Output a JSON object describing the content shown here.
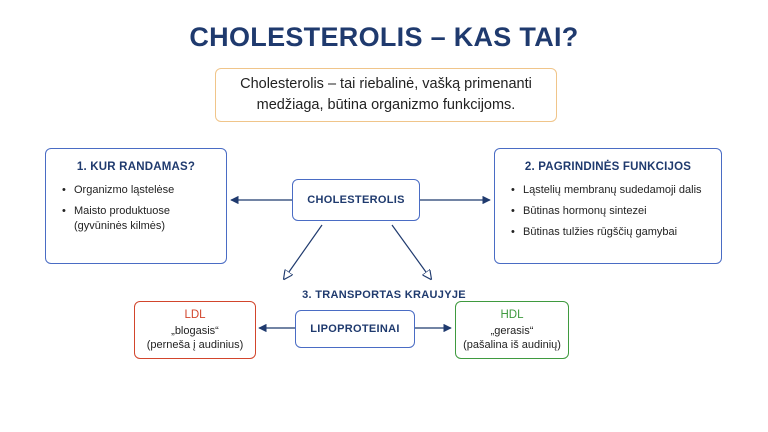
{
  "title": "CHOLESTEROLIS – KAS TAI?",
  "definition": {
    "line1": "Cholesterolis – tai riebalinė, vašką primenanti",
    "line2": "medžiaga, būtina organizmo funkcijoms."
  },
  "center": {
    "label": "CHOLESTEROLIS"
  },
  "left_panel": {
    "heading": "1. KUR RANDAMAS?",
    "items": [
      "Organizmo ląstelėse",
      "Maisto produktuose",
      "(gyvūninės kilmės)"
    ]
  },
  "right_panel": {
    "heading": "2. PAGRINDINĖS FUNKCIJOS",
    "items": [
      "Ląstelių membranų sudedamoji dalis",
      "Būtinas hormonų sintezei",
      "Būtinas tulžies rūgščių gamybai"
    ]
  },
  "transport": {
    "heading": "3. TRANSPORTAS KRAUJYJE",
    "center_label": "LIPOPROTEINAI",
    "ldl": {
      "name": "LDL",
      "nickname": "„blogasis“",
      "desc": "(perneša į audinius)",
      "color": "#d2452c"
    },
    "hdl": {
      "name": "HDL",
      "nickname": "„gerasis“",
      "desc": "(pašalina iš audinių)",
      "color": "#3f9a3f"
    }
  },
  "colors": {
    "title": "#1f3a6e",
    "accent_blue": "#4a6cc4",
    "definition_border": "#f0c58a"
  }
}
